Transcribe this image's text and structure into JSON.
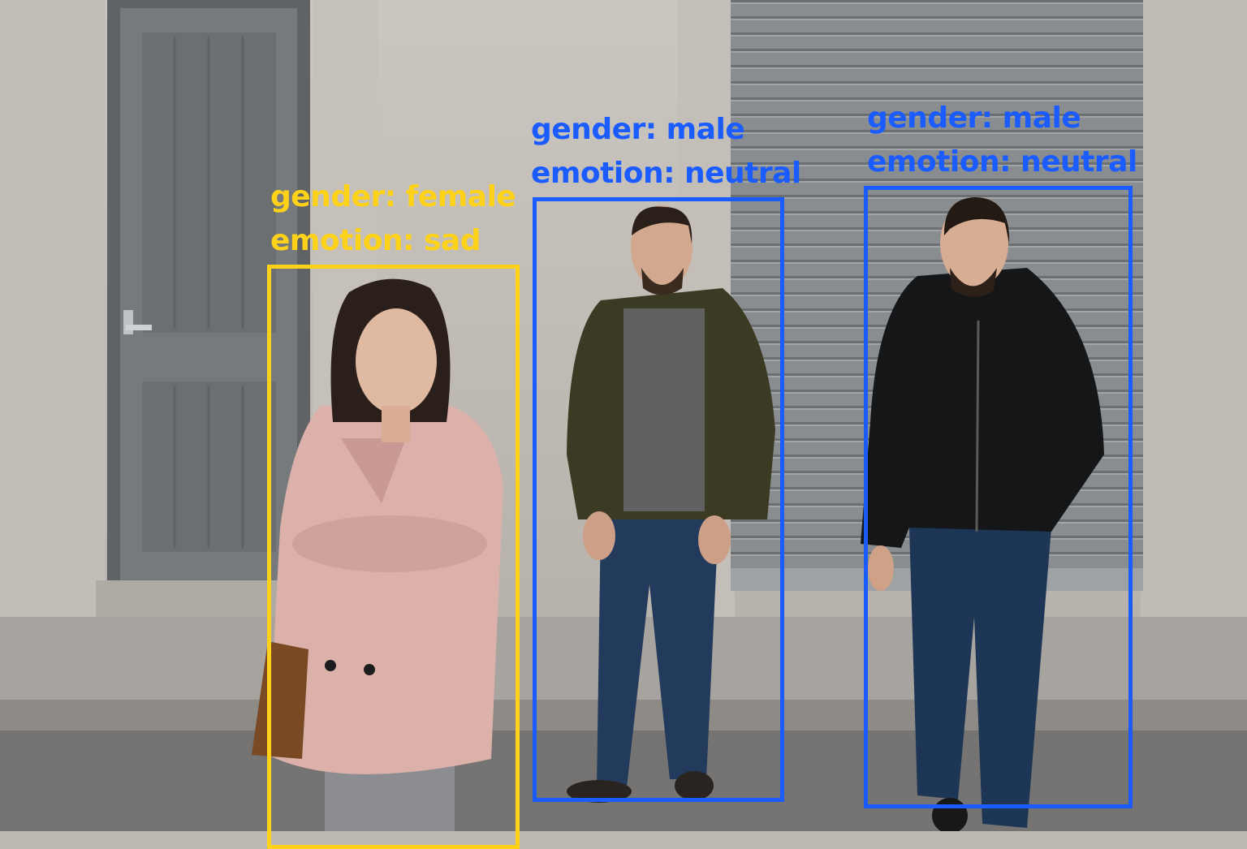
{
  "colors": {
    "female_box": "#ffd21a",
    "male_box": "#1a5cff"
  },
  "detections": [
    {
      "gender_label": "gender: female",
      "emotion_label": "emotion: sad"
    },
    {
      "gender_label": "gender: male",
      "emotion_label": "emotion: neutral"
    },
    {
      "gender_label": "gender: male",
      "emotion_label": "emotion: neutral"
    }
  ]
}
